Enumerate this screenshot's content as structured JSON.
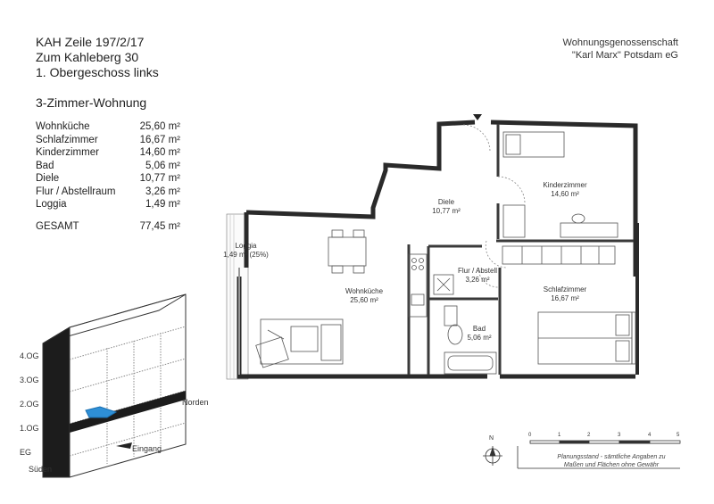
{
  "header": {
    "line1": "KAH Zeile 197/2/17",
    "line2": "Zum Kahleberg 30",
    "line3": "1. Obergeschoss links",
    "apartment_type": "3-Zimmer-Wohnung"
  },
  "organization": {
    "line1": "Wohnungsgenossenschaft",
    "line2": "\"Karl Marx\" Potsdam eG"
  },
  "rooms": [
    {
      "name": "Wohnküche",
      "area": "25,60 m²"
    },
    {
      "name": "Schlafzimmer",
      "area": "16,67 m²"
    },
    {
      "name": "Kinderzimmer",
      "area": "14,60 m²"
    },
    {
      "name": "Bad",
      "area": "5,06 m²"
    },
    {
      "name": "Diele",
      "area": "10,77 m²"
    },
    {
      "name": "Flur / Abstellraum",
      "area": "3,26 m²"
    },
    {
      "name": "Loggia",
      "area": "1,49 m²"
    }
  ],
  "total": {
    "label": "GESAMT",
    "area": "77,45 m²"
  },
  "plan_labels": {
    "loggia_name": "Loggia",
    "loggia_area": "1,49 m² (25%)",
    "wohnkueche_name": "Wohnküche",
    "wohnkueche_area": "25,60 m²",
    "diele_name": "Diele",
    "diele_area": "10,77 m²",
    "kinder_name": "Kinderzimmer",
    "kinder_area": "14,60 m²",
    "flur_name": "Flur / Abstell",
    "flur_area": "3,26 m²",
    "bad_name": "Bad",
    "bad_area": "5,06 m²",
    "schlaf_name": "Schlafzimmer",
    "schlaf_area": "16,67 m²"
  },
  "building": {
    "floors": [
      "4.OG",
      "3.OG",
      "2.OG",
      "1.OG",
      "EG"
    ],
    "north": "Norden",
    "south": "Süden",
    "entrance": "Eingang"
  },
  "scale": {
    "ticks": [
      "0",
      "1",
      "2",
      "3",
      "4",
      "5"
    ],
    "north_letter": "N"
  },
  "footnote": {
    "line1": "Planungsstand - sämtliche Angaben zu",
    "line2": "Maßen und Flächen ohne Gewähr"
  },
  "colors": {
    "wall": "#2a2a2a",
    "highlight": "#2e8fd6",
    "line": "#555555"
  }
}
